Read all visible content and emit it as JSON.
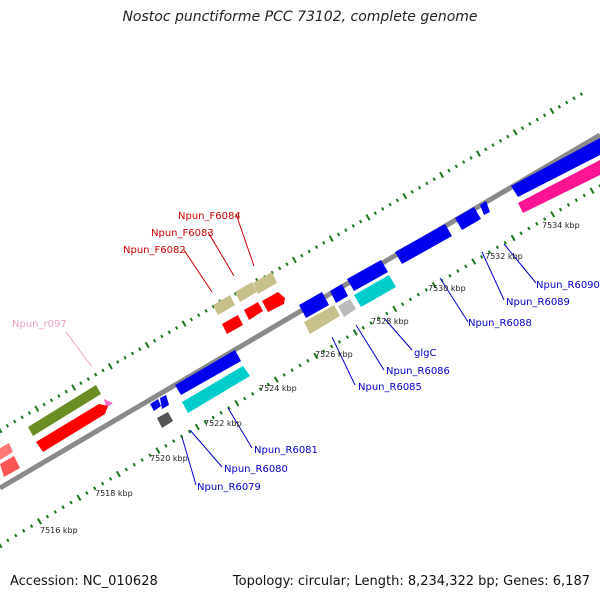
{
  "title": "Nostoc punctiforme PCC 73102, complete genome",
  "footer": {
    "accession": "Accession: NC_010628",
    "summary": "Topology: circular; Length: 8,234,322 bp; Genes: 6,187"
  },
  "colors": {
    "backbone": "#8a8a8a",
    "forward_red": "#ff0000",
    "olive": "#6b8e23",
    "khaki": "#c8c08a",
    "blue": "#0000ee",
    "cyan": "#00cccc",
    "magenta": "#ff1493",
    "pink": "#ff6ec7",
    "gray": "#bbbbbb",
    "darkgray": "#555555",
    "label_red": "#cc0000",
    "label_blue": "#0000cc",
    "label_pink": "#f0a0c8",
    "tick_green": "#1a7a1a"
  },
  "tick_labels": [
    "7516 kbp",
    "7518 kbp",
    "7520 kbp",
    "7522 kbp",
    "7524 kbp",
    "7526 kbp",
    "7528 kbp",
    "7530 kbp",
    "7532 kbp",
    "7534 kbp"
  ],
  "gene_labels": {
    "upper": [
      "Npun_F6084",
      "Npun_F6083",
      "Npun_F6082",
      "Npun_r097"
    ],
    "lower": [
      "Npun_R6090",
      "Npun_R6089",
      "Npun_R6088",
      "glgC",
      "Npun_R6086",
      "Npun_R6085",
      "Npun_R6081",
      "Npun_R6080",
      "Npun_R6079"
    ]
  }
}
